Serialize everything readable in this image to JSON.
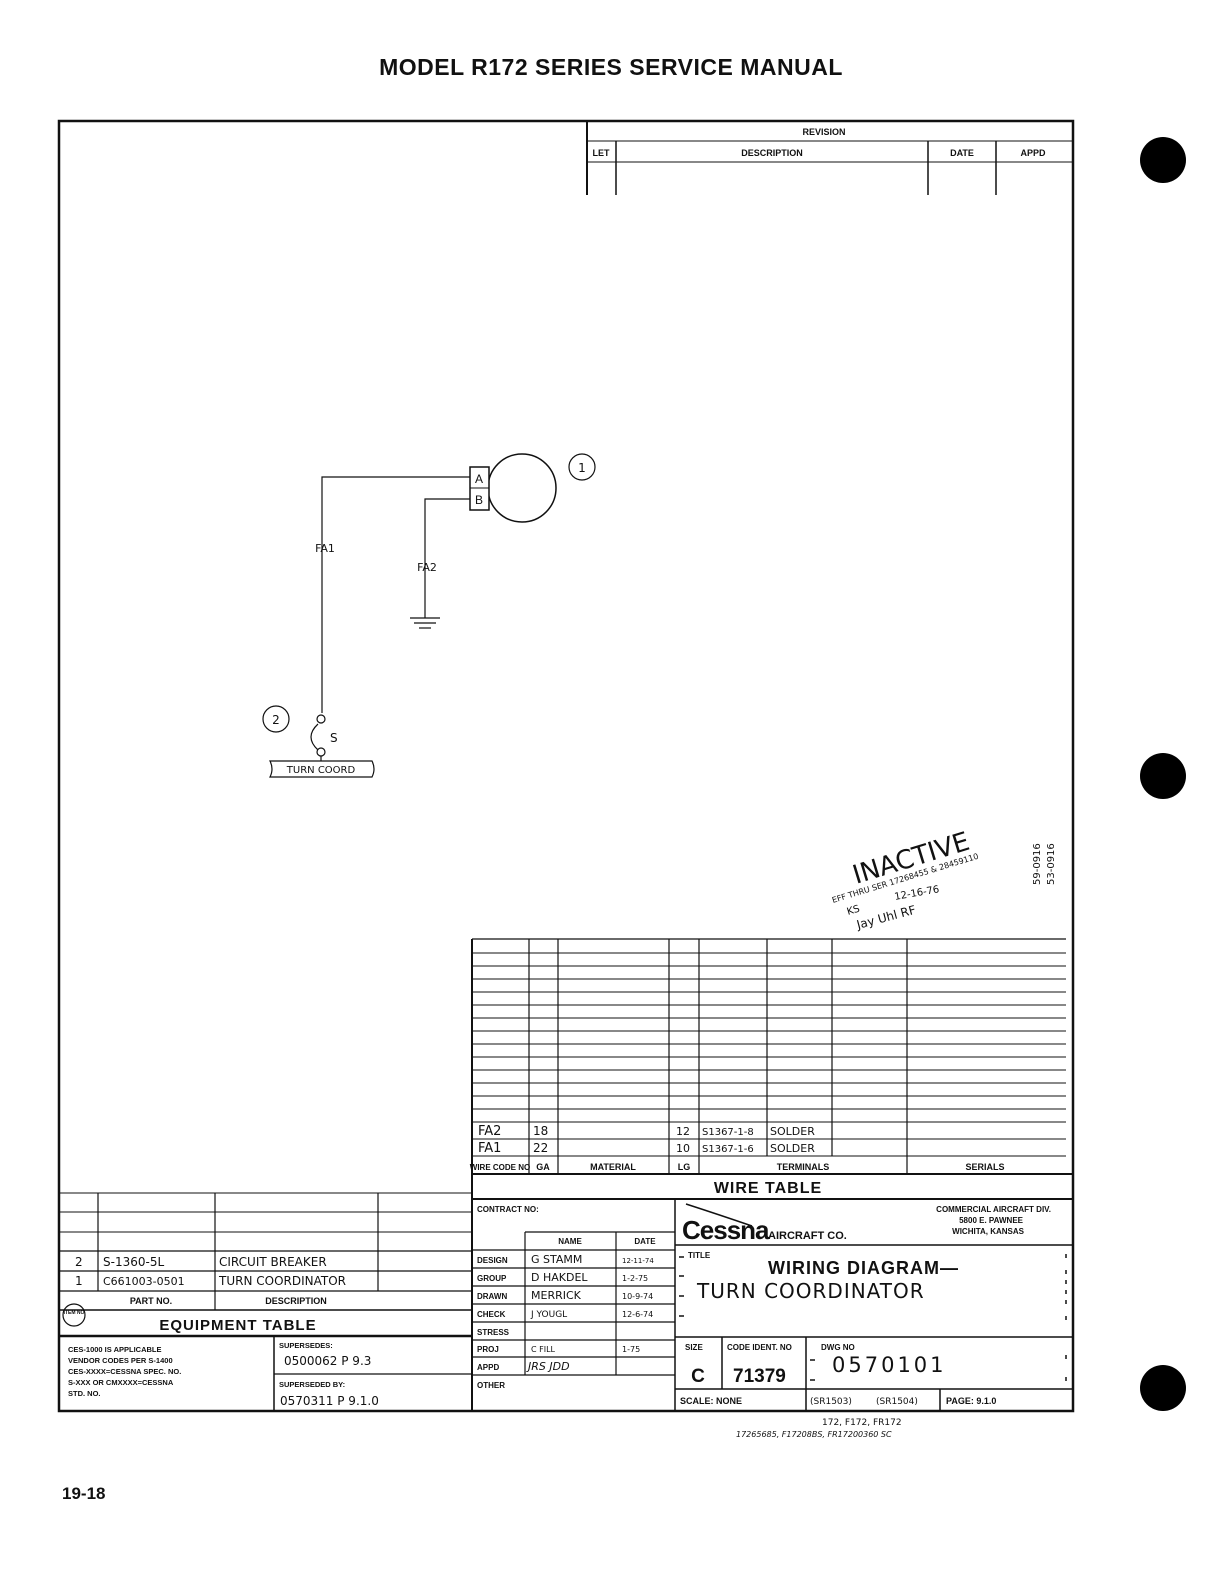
{
  "header": {
    "title": "MODEL R172 SERIES SERVICE MANUAL"
  },
  "footer": {
    "page_number": "19-18"
  },
  "revision": {
    "title": "REVISION",
    "cols": [
      "LET",
      "DESCRIPTION",
      "DATE",
      "APPD"
    ]
  },
  "diagram": {
    "item1": "1",
    "item2": "2",
    "pin_a": "A",
    "pin_b": "B",
    "wire_fa1": "FA1",
    "wire_fa2": "FA2",
    "breaker_label": "S",
    "bus_label": "TURN COORD"
  },
  "stamp": {
    "inactive": "INACTIVE",
    "line1": "EFF THRU SER 17268455 & 28459110",
    "date": "12-16-76",
    "initials": "KS",
    "sig": "Jay Uhl  RF",
    "side1": "59-0916",
    "side2": "53-0916"
  },
  "wire_table": {
    "title": "WIRE TABLE",
    "headers": [
      "WIRE CODE NO",
      "GA",
      "MATERIAL",
      "LG",
      "TERMINALS",
      "SERIALS"
    ],
    "rows": [
      {
        "code": "FA2",
        "ga": "18",
        "lg": "12",
        "term": "S1367-1-8",
        "term2": "SOLDER"
      },
      {
        "code": "FA1",
        "ga": "22",
        "lg": "10",
        "term": "S1367-1-6",
        "term2": "SOLDER"
      }
    ]
  },
  "equipment_table": {
    "title": "EQUIPMENT TABLE",
    "headers": {
      "item": "ITEM NO",
      "part": "PART NO.",
      "desc": "DESCRIPTION"
    },
    "rows": [
      {
        "item": "2",
        "part": "S-1360-5L",
        "desc": "CIRCUIT BREAKER"
      },
      {
        "item": "1",
        "part": "C661003-0501",
        "desc": "TURN COORDINATOR"
      }
    ]
  },
  "notes": {
    "ces": [
      "CES-1000 IS APPLICABLE",
      "VENDOR CODES PER S-1400",
      "CES-XXXX=CESSNA SPEC. NO.",
      "S-XXX OR CMXXXX=CESSNA",
      "STD. NO."
    ],
    "supersedes_label": "SUPERSEDES:",
    "supersedes_value": "0500062   P 9.3",
    "superseded_by_label": "SUPERSEDED BY:",
    "superseded_by_value": "0570311  P   9.1.0"
  },
  "signoff": {
    "contract": "CONTRACT NO:",
    "col_name": "NAME",
    "col_date": "DATE",
    "rows": [
      {
        "role": "DESIGN",
        "name": "G STAMM",
        "date": "12-11-74"
      },
      {
        "role": "GROUP",
        "name": "D HAKDEL",
        "date": "1-2-75"
      },
      {
        "role": "DRAWN",
        "name": "MERRICK",
        "date": "10-9-74"
      },
      {
        "role": "CHECK",
        "name": "J YOUGL",
        "date": "12-6-74"
      },
      {
        "role": "STRESS",
        "name": "",
        "date": ""
      },
      {
        "role": "PROJ",
        "name": "C FILL",
        "date": "1-75"
      },
      {
        "role": "APPD",
        "name": "JRS  JDD",
        "date": ""
      },
      {
        "role": "OTHER",
        "name": "",
        "date": ""
      }
    ]
  },
  "title_block": {
    "company": "Cessna",
    "company_suffix": "AIRCRAFT CO.",
    "division": [
      "COMMERCIAL AIRCRAFT DIV.",
      "5800 E. PAWNEE",
      "WICHITA, KANSAS"
    ],
    "title_label": "TITLE",
    "title_line1": "WIRING DIAGRAM—",
    "title_line2": "TURN COORDINATOR",
    "size_label": "SIZE",
    "size": "C",
    "code_label": "CODE IDENT. NO",
    "code": "71379",
    "dwg_label": "DWG NO",
    "dwg": "0570101",
    "scale": "SCALE: NONE",
    "sr1": "(SR1503)",
    "sr2": "(SR1504)",
    "page": "PAGE: 9.1.0"
  },
  "effectivity": {
    "line1": "172, F172, FR172",
    "line2": "17265685, F17208BS, FR17200360 SC"
  }
}
